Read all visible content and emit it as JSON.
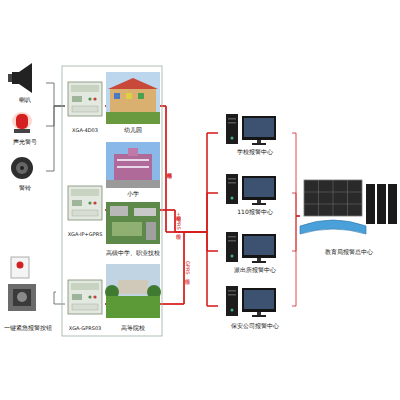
{
  "diagram": {
    "nodes": [
      {
        "text": [
          "喇叭"
        ]
      },
      {
        "text": [
          "声光警号"
        ]
      },
      {
        "text": [
          "警铃"
        ]
      },
      {
        "text": [
          "一键紧急报警按钮"
        ]
      },
      {
        "text": [
          "XGA-4D03"
        ]
      },
      {
        "text": [
          "幼儿园"
        ]
      },
      {
        "text": [
          "XGA-IP+GPRS"
        ]
      },
      {
        "text": [
          "小学"
        ]
      },
      {
        "text": [
          "高级中学、职业技校"
        ]
      },
      {
        "text": [
          "XGA-GPRS03"
        ]
      },
      {
        "text": [
          "高等院校"
        ]
      },
      {
        "text": [
          "学校报警中心"
        ]
      },
      {
        "text": [
          "110报警中心"
        ]
      },
      {
        "text": [
          "派出所报警中心"
        ]
      },
      {
        "text": [
          "保安公司报警中心"
        ]
      },
      {
        "text": [
          "教育局报警总中心"
        ]
      }
    ],
    "edges": [
      {
        "from": 0,
        "to": 4,
        "arrow": "none"
      },
      {
        "from": 1,
        "to": 4,
        "arrow": "none"
      },
      {
        "from": 2,
        "to": 4,
        "arrow": "none"
      },
      {
        "from": 3,
        "to": 9,
        "arrow": "none"
      },
      {
        "from": 4,
        "to": 11,
        "label": "网络传输",
        "arrow": "none"
      },
      {
        "from": 4,
        "to": 12,
        "arrow": "none"
      },
      {
        "from": 4,
        "to": 13,
        "arrow": "none"
      },
      {
        "from": 4,
        "to": 14,
        "arrow": "none"
      },
      {
        "from": 6,
        "to": 11,
        "label": "网络+GPRS传输",
        "arrow": "none"
      },
      {
        "from": 6,
        "to": 12,
        "arrow": "none"
      },
      {
        "from": 6,
        "to": 13,
        "arrow": "none"
      },
      {
        "from": 6,
        "to": 14,
        "arrow": "none"
      },
      {
        "from": 9,
        "to": 11,
        "label": "GPRS传输",
        "arrow": "none"
      },
      {
        "from": 9,
        "to": 12,
        "arrow": "none"
      },
      {
        "from": 9,
        "to": 13,
        "arrow": "none"
      },
      {
        "from": 9,
        "to": 14,
        "arrow": "none"
      },
      {
        "from": 11,
        "to": 15,
        "arrow": "none"
      },
      {
        "from": 12,
        "to": 15,
        "arrow": "none"
      },
      {
        "from": 13,
        "to": 15,
        "arrow": "none"
      },
      {
        "from": 14,
        "to": 15,
        "arrow": "none"
      }
    ]
  }
}
